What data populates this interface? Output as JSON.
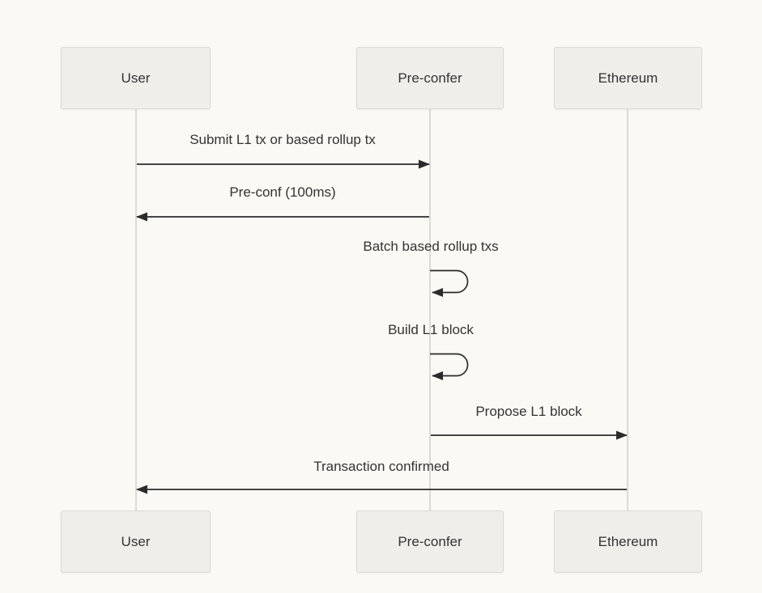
{
  "diagram": {
    "type": "sequence-diagram",
    "actors": [
      {
        "name": "User"
      },
      {
        "name": "Pre-confer"
      },
      {
        "name": "Ethereum"
      }
    ],
    "messages": [
      {
        "label": "Submit L1 tx or based rollup tx",
        "from": "User",
        "to": "Pre-confer",
        "direction": "right"
      },
      {
        "label": "Pre-conf (100ms)",
        "from": "Pre-confer",
        "to": "User",
        "direction": "left"
      },
      {
        "label": "Batch based rollup txs",
        "from": "Pre-confer",
        "to": "Pre-confer",
        "direction": "self"
      },
      {
        "label": "Build L1 block",
        "from": "Pre-confer",
        "to": "Pre-confer",
        "direction": "self"
      },
      {
        "label": "Propose L1 block",
        "from": "Pre-confer",
        "to": "Ethereum",
        "direction": "right"
      },
      {
        "label": "Transaction confirmed",
        "from": "Ethereum",
        "to": "User",
        "direction": "left"
      }
    ],
    "colors": {
      "background": "#faf9f5",
      "box_fill": "#efeeeb",
      "box_border": "#dbdad6",
      "lifeline": "#d6d4d0",
      "arrow": "#2b2b2b",
      "text": "#333333"
    }
  }
}
